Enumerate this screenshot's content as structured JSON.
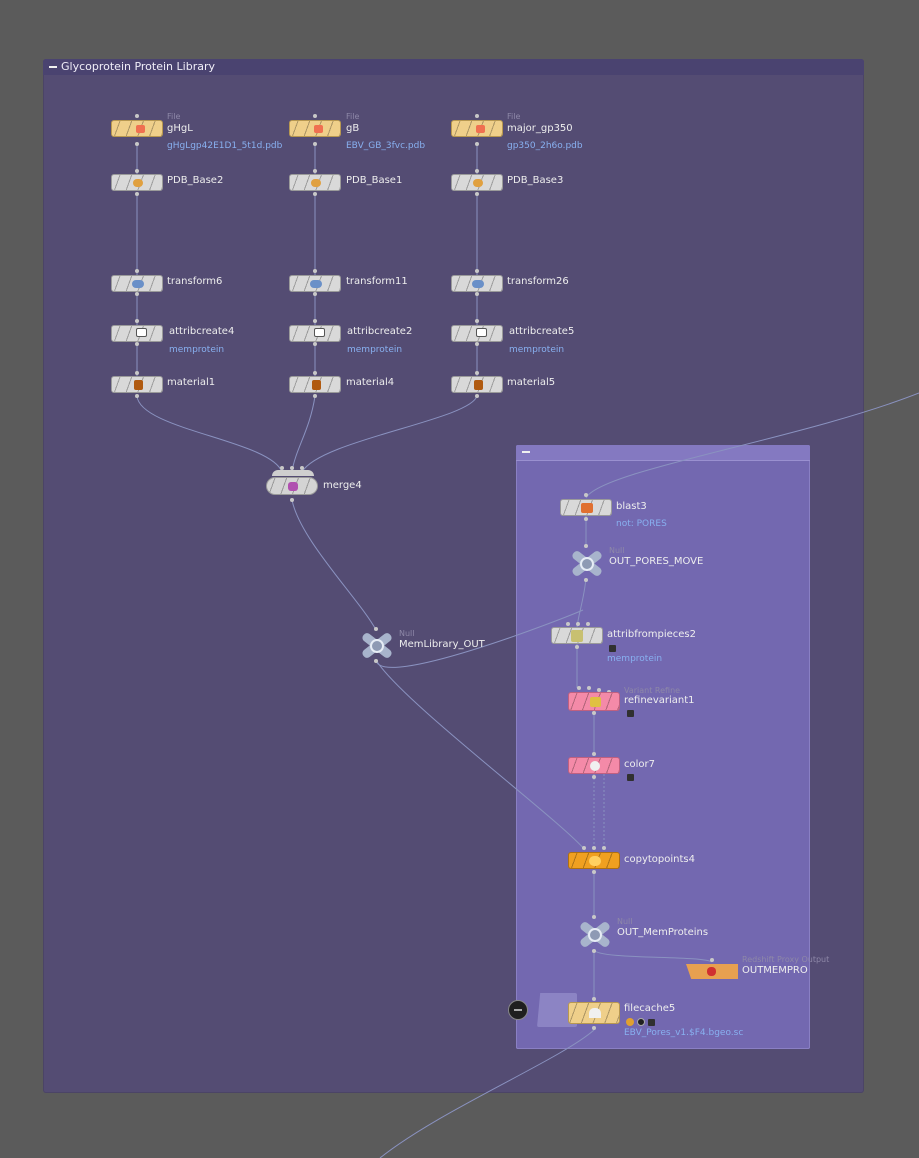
{
  "network": {
    "title": "Glycoprotein Protein Library"
  },
  "colors": {
    "box_bg": "#544c73",
    "subbox_bg": "#7368b0",
    "file_node": "#efcf8a",
    "pink_node": "#f48aa8",
    "orange_node": "#f0a020",
    "link_text": "#88b0f0"
  },
  "columns": [
    {
      "file": {
        "tag": "File",
        "name": "gHgL",
        "path": "gHgLgp42E1D1_5t1d.pdb"
      },
      "pdb": "PDB_Base2",
      "transform": "transform6",
      "attrib": {
        "name": "attribcreate4",
        "sub": "memprotein"
      },
      "material": "material1"
    },
    {
      "file": {
        "tag": "File",
        "name": "gB",
        "path": "EBV_GB_3fvc.pdb"
      },
      "pdb": "PDB_Base1",
      "transform": "transform11",
      "attrib": {
        "name": "attribcreate2",
        "sub": "memprotein"
      },
      "material": "material4"
    },
    {
      "file": {
        "tag": "File",
        "name": "major_gp350",
        "path": "gp350_2h6o.pdb"
      },
      "pdb": "PDB_Base3",
      "transform": "transform26",
      "attrib": {
        "name": "attribcreate5",
        "sub": "memprotein"
      },
      "material": "material5"
    }
  ],
  "merge": {
    "name": "merge4"
  },
  "memlib": {
    "tag": "Null",
    "name": "MemLibrary_OUT"
  },
  "sub": {
    "blast": {
      "name": "blast3",
      "sub": "not: PORES"
    },
    "out_pores": {
      "tag": "Null",
      "name": "OUT_PORES_MOVE"
    },
    "attribfrompieces": {
      "name": "attribfrompieces2",
      "sub": "memprotein"
    },
    "refinevariant": {
      "tag": "Variant Refine",
      "name": "refinevariant1"
    },
    "color": {
      "name": "color7"
    },
    "copytopoints": {
      "name": "copytopoints4"
    },
    "out_mem": {
      "tag": "Null",
      "name": "OUT_MemProteins"
    },
    "outmempro": {
      "tag": "Redshift Proxy Output",
      "name": "OUTMEMPRO"
    },
    "filecache": {
      "name": "filecache5",
      "path": "EBV_Pores_v1.$F4.bgeo.sc"
    }
  }
}
